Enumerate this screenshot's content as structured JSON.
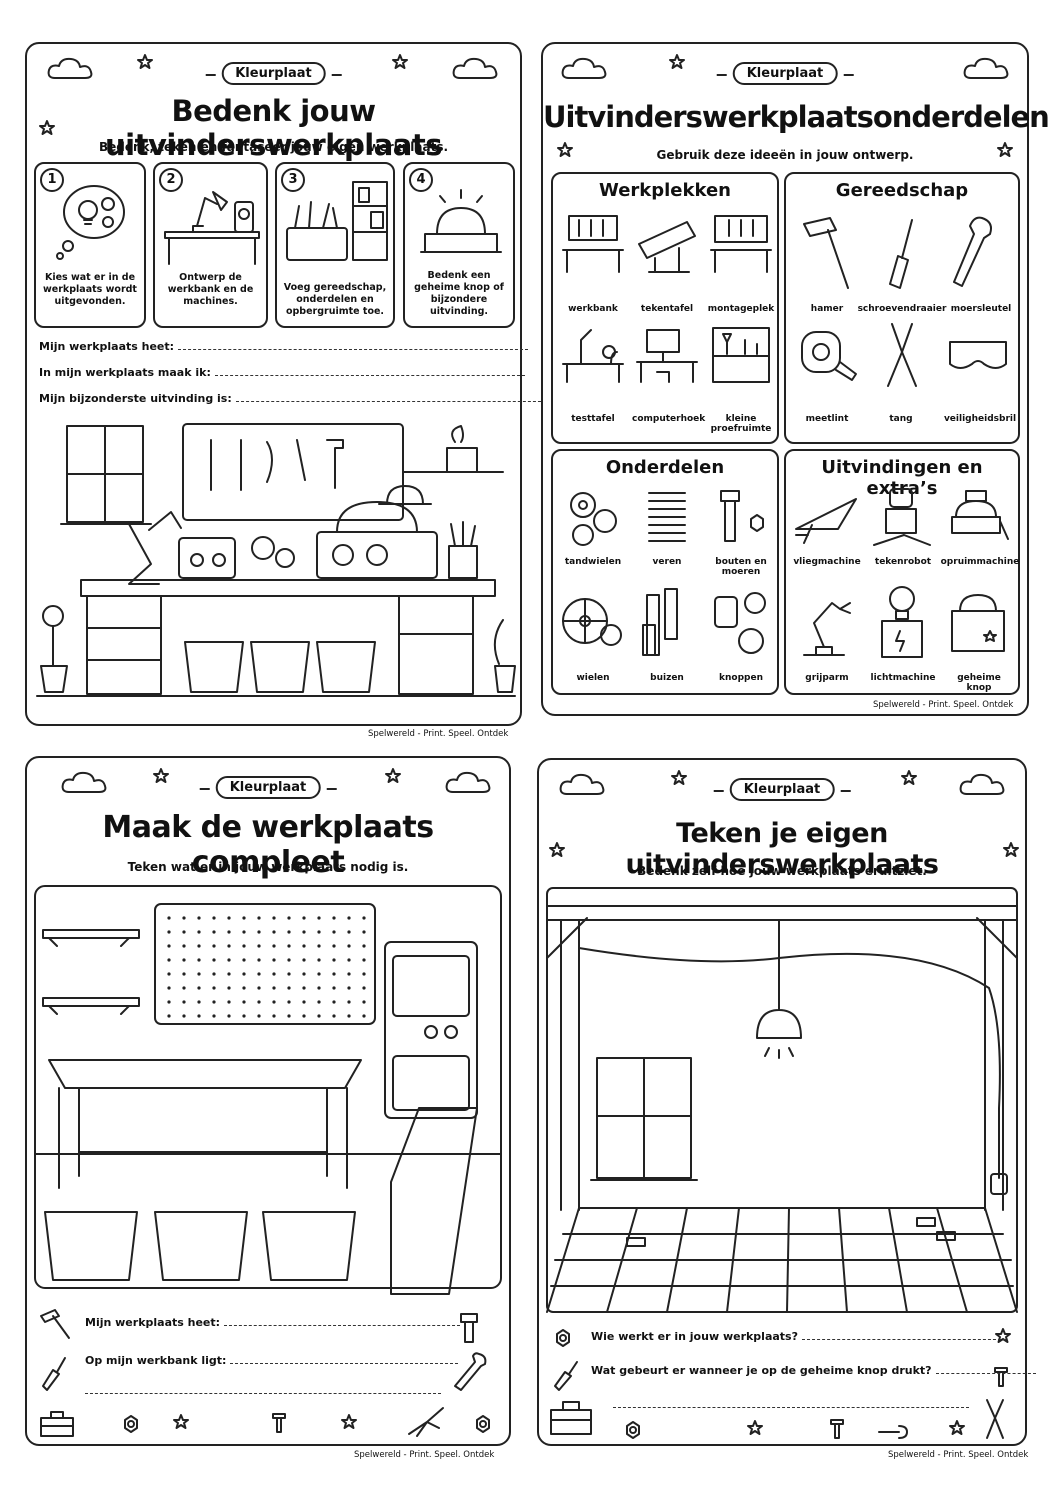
{
  "footer": "Spelwereld - Print. Speel. Ontdek",
  "page1": {
    "badge": "Kleurplaat",
    "title": "Bedenk jouw uitvinderswerkplaats",
    "subtitle": "Bedenk, teken en fantaseer jouw eigen werkplaats.",
    "steps": [
      {
        "num": "1",
        "text": "Kies wat er in de werkplaats wordt uitgevonden."
      },
      {
        "num": "2",
        "text": "Ontwerp de werkbank en de machines."
      },
      {
        "num": "3",
        "text": "Voeg gereedschap, onderdelen en opbergruimte toe."
      },
      {
        "num": "4",
        "text": "Bedenk een geheime knop of bijzondere uitvinding."
      }
    ],
    "lines": [
      "Mijn werkplaats heet:",
      "In mijn werkplaats maak ik:",
      "Mijn bijzonderste uitvinding is:"
    ]
  },
  "page2": {
    "badge": "Kleurplaat",
    "title": "Uitvinderswerkplaatsonderdelen",
    "subtitle": "Gebruik deze ideeën in jouw ontwerp.",
    "categories": [
      {
        "title": "Werkplekken",
        "items": [
          "werkbank",
          "tekentafel",
          "montageplek",
          "testtafel",
          "computerhoek",
          "kleine proefruimte"
        ]
      },
      {
        "title": "Gereedschap",
        "items": [
          "hamer",
          "schroevendraaier",
          "moersleutel",
          "meetlint",
          "tang",
          "veiligheidsbril"
        ]
      },
      {
        "title": "Onderdelen",
        "items": [
          "tandwielen",
          "veren",
          "bouten en moeren",
          "wielen",
          "buizen",
          "knoppen"
        ]
      },
      {
        "title": "Uitvindingen en extra’s",
        "items": [
          "vliegmachine",
          "tekenrobot",
          "opruimmachine",
          "grijparm",
          "lichtmachine",
          "geheime knop"
        ]
      }
    ]
  },
  "page3": {
    "badge": "Kleurplaat",
    "title": "Maak de werkplaats compleet",
    "subtitle": "Teken wat er in jouw werkplaats nodig is.",
    "lines": [
      "Mijn werkplaats heet:",
      "Op mijn werkbank ligt:"
    ]
  },
  "page4": {
    "badge": "Kleurplaat",
    "title": "Teken je eigen uitvinderswerkplaats",
    "subtitle": "Bedenk zelf hoe jouw werkplaats eruitziet.",
    "lines": [
      "Wie werkt er in jouw werkplaats?",
      "Wat gebeurt er wanneer je op de geheime knop drukt?"
    ]
  }
}
